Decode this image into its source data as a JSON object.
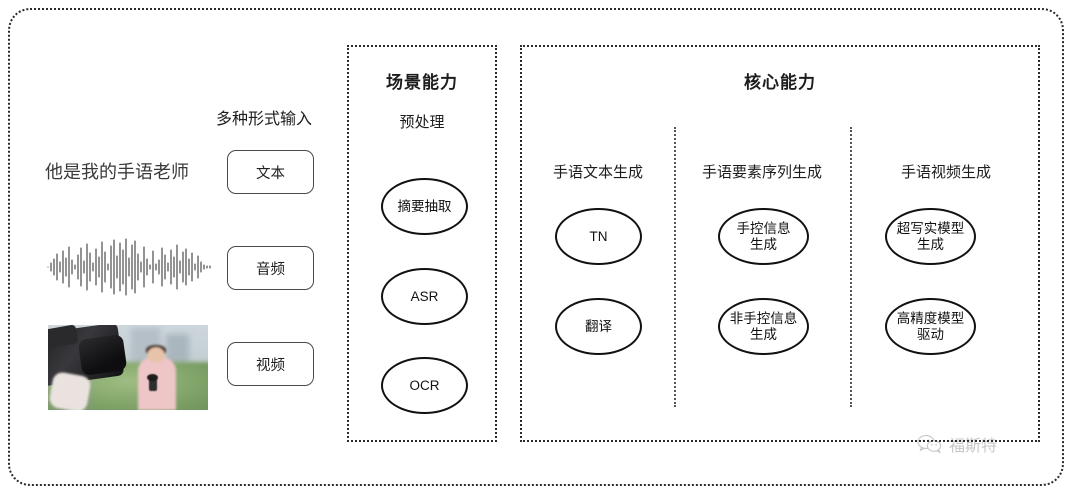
{
  "diagram": {
    "title_hidden": "",
    "input_section": {
      "heading": "多种形式输入",
      "sample_text": "他是我的手语老师",
      "modalities": [
        {
          "label": "文本",
          "media": "text-sample"
        },
        {
          "label": "音频",
          "media": "audio-waveform"
        },
        {
          "label": "视频",
          "media": "video-thumbnail"
        }
      ]
    },
    "scene_capability": {
      "title": "场景能力",
      "sub_header": "预处理",
      "nodes": [
        {
          "label": "摘要抽取"
        },
        {
          "label": "ASR"
        },
        {
          "label": "OCR"
        }
      ]
    },
    "core_capability": {
      "title": "核心能力",
      "columns": [
        {
          "header": "手语文本生成",
          "nodes": [
            {
              "label": "TN"
            },
            {
              "label": "翻译"
            }
          ]
        },
        {
          "header": "手语要素序列生成",
          "nodes": [
            {
              "label": "手控信息\n生成"
            },
            {
              "label": "非手控信息\n生成"
            }
          ]
        },
        {
          "header": "手语视频生成",
          "nodes": [
            {
              "label": "超写实模型\n生成"
            },
            {
              "label": "高精度模型\n驱动"
            }
          ]
        }
      ]
    },
    "watermark": {
      "icon": "wechat-icon",
      "text": "福斯特"
    },
    "colors": {
      "background": "#ffffff",
      "border_dotted": "#2b2b2b",
      "oval_stroke": "#111111",
      "text": "#222222",
      "divider": "#555555"
    }
  }
}
